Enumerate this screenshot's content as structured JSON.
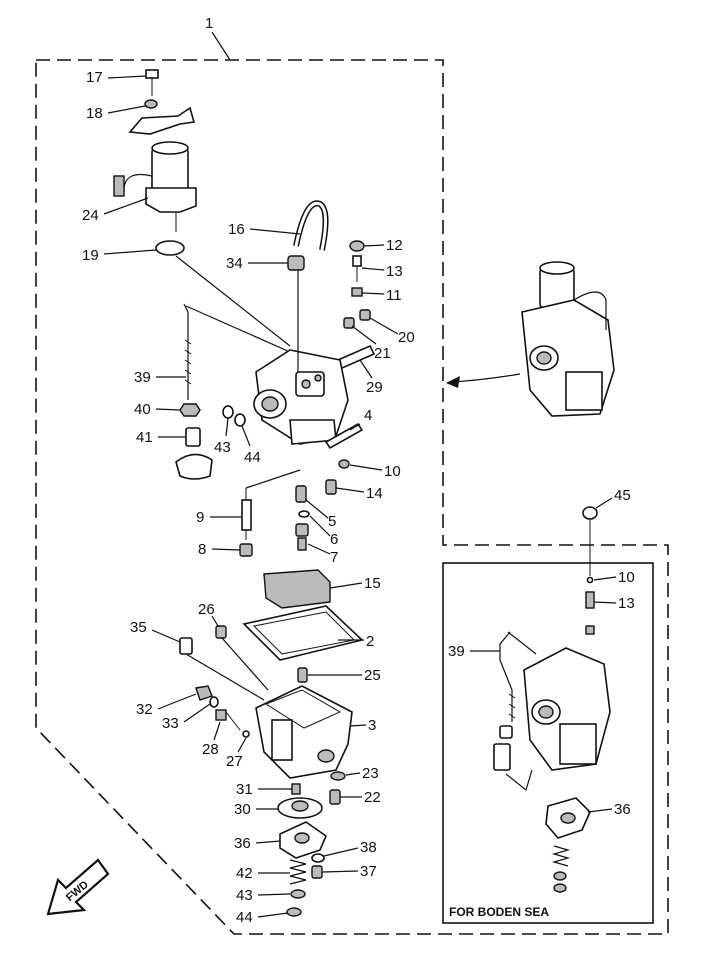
{
  "assembly_number": "1",
  "inset_caption": "FOR BODEN SEA",
  "fwd_label": "FWD",
  "callouts": {
    "p17": "17",
    "p18": "18",
    "p24": "24",
    "p19": "19",
    "p16": "16",
    "p34": "34",
    "p12": "12",
    "p13": "13",
    "p11": "11",
    "p20": "20",
    "p21": "21",
    "p29": "29",
    "p39": "39",
    "p40": "40",
    "p41": "41",
    "p43": "43",
    "p44": "44",
    "p4": "4",
    "p10": "10",
    "p14": "14",
    "p9": "9",
    "p5": "5",
    "p6": "6",
    "p7": "7",
    "p8": "8",
    "p15": "15",
    "p26": "26",
    "p35": "35",
    "p2": "2",
    "p25": "25",
    "p32": "32",
    "p33": "33",
    "p3": "3",
    "p28": "28",
    "p27": "27",
    "p23": "23",
    "p31": "31",
    "p22": "22",
    "p30": "30",
    "p36": "36",
    "p38": "38",
    "p42": "42",
    "p37": "37",
    "p43b": "43",
    "p44b": "44",
    "i45": "45",
    "i10": "10",
    "i13": "13",
    "i39": "39",
    "i36": "36"
  }
}
